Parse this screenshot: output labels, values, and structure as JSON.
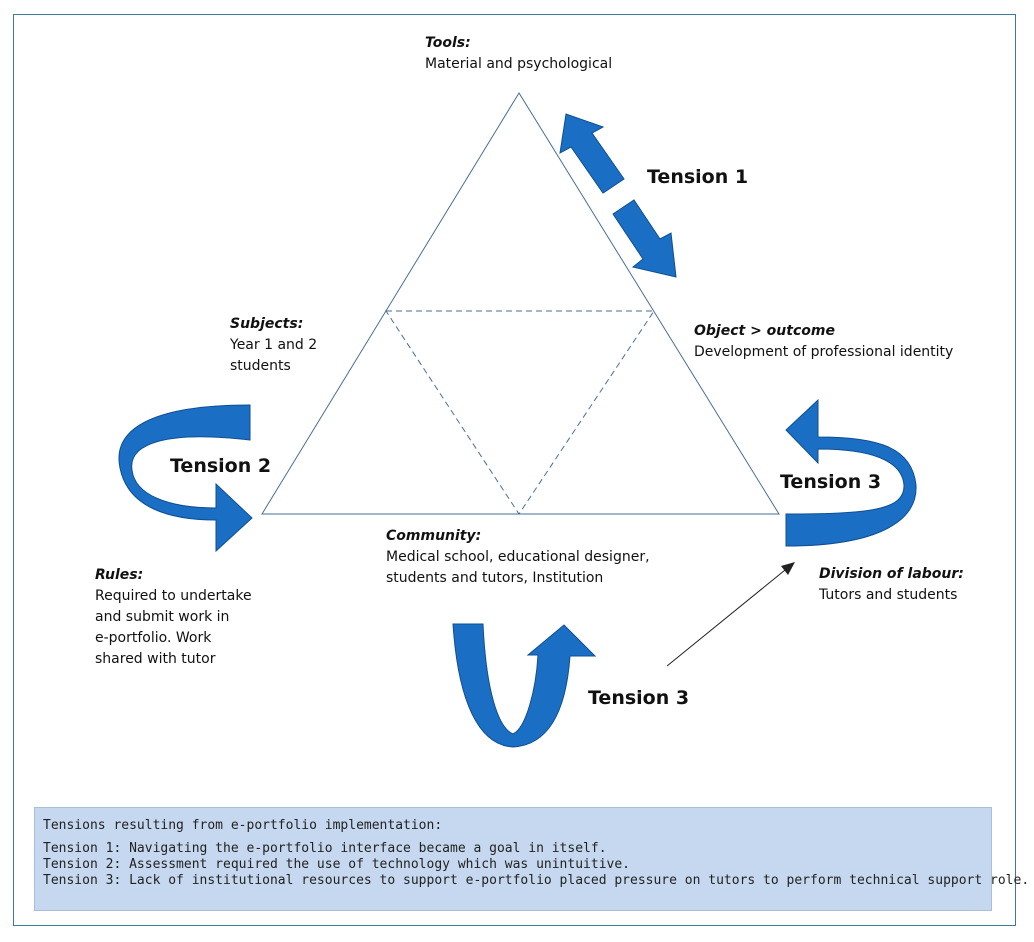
{
  "nodes": {
    "tools": {
      "head": "Tools:",
      "body": [
        "Material and psychological"
      ]
    },
    "subjects": {
      "head": "Subjects:",
      "body": [
        "Year 1 and 2",
        "students"
      ]
    },
    "object": {
      "head": "Object > outcome",
      "body": [
        "Development of professional identity"
      ]
    },
    "community": {
      "head": "Community:",
      "body": [
        "Medical school, educational designer,",
        "students and tutors, Institution"
      ]
    },
    "rules": {
      "head": "Rules:",
      "body": [
        "Required to undertake",
        "and submit work in",
        "e-portfolio. Work",
        "shared with tutor"
      ]
    },
    "division": {
      "head": "Division of labour:",
      "body": [
        "Tutors and students"
      ]
    }
  },
  "tensions": {
    "t1": "Tension 1",
    "t2": "Tension 2",
    "t3_right": "Tension 3",
    "t3_bottom": "Tension 3"
  },
  "legend": {
    "title": "Tensions resulting from e-portfolio implementation:",
    "lines": [
      "Tension 1: Navigating the e-portfolio interface became a goal in itself.",
      "Tension 2: Assessment required the use of technology which was unintuitive.",
      "Tension 3: Lack of institutional resources to support e-portfolio placed pressure on tutors to perform technical support role."
    ]
  },
  "colors": {
    "arrow_fill": "#1a6fc4",
    "arrow_stroke": "#0f4f93",
    "triangle": "#4a6f96",
    "legend_bg": "#c6d8ef"
  }
}
